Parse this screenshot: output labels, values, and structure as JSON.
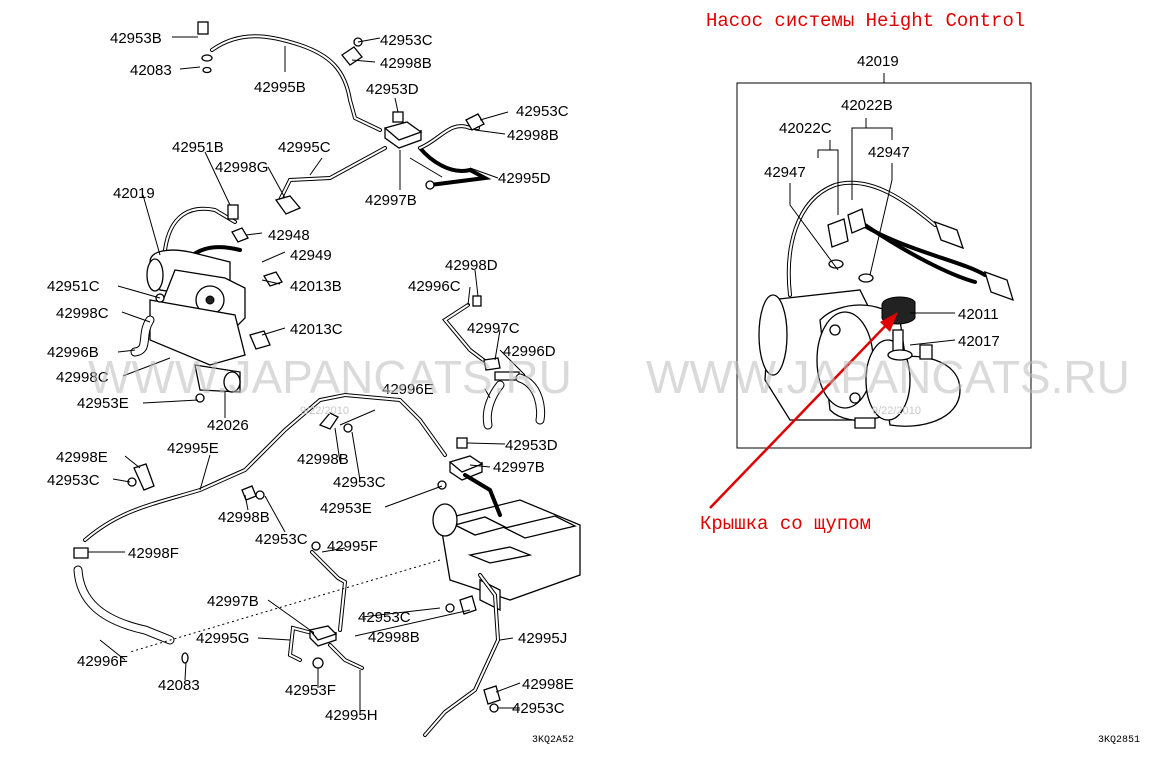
{
  "titles": {
    "pump_title": "Насос системы Height Control",
    "cap_note": "Крышка со щупом"
  },
  "codes": {
    "left": "3KQ2A52",
    "right": "3KQ2851"
  },
  "watermark": {
    "text": "WWW.JAPANCATS.RU",
    "date": "9/22/2010"
  },
  "labels_left": [
    "42953B",
    "42083",
    "42995B",
    "42953C",
    "42998B",
    "42953D",
    "42953C",
    "42998B",
    "42951B",
    "42995C",
    "42998G",
    "42995D",
    "42997B",
    "42019",
    "42948",
    "42949",
    "42951C",
    "42013B",
    "42998C",
    "42013C",
    "42996B",
    "42998C",
    "42953E",
    "42026",
    "42998D",
    "42996C",
    "42997C",
    "42996D",
    "42996E",
    "42953D",
    "42997B",
    "42998B",
    "42953C",
    "42998E",
    "42995E",
    "42953C",
    "42953E",
    "42998B",
    "42953C",
    "42998F",
    "42995F",
    "42997B",
    "42953C",
    "42998B",
    "42995G",
    "42995J",
    "42996F",
    "42083",
    "42953F",
    "42998E",
    "42995H",
    "42953C"
  ],
  "labels_right": [
    "42019",
    "42022B",
    "42022C",
    "42947",
    "42947",
    "42011",
    "42017"
  ],
  "colors": {
    "annotation": "#e00000",
    "line": "#000000",
    "watermark": "#bdbdbd"
  }
}
